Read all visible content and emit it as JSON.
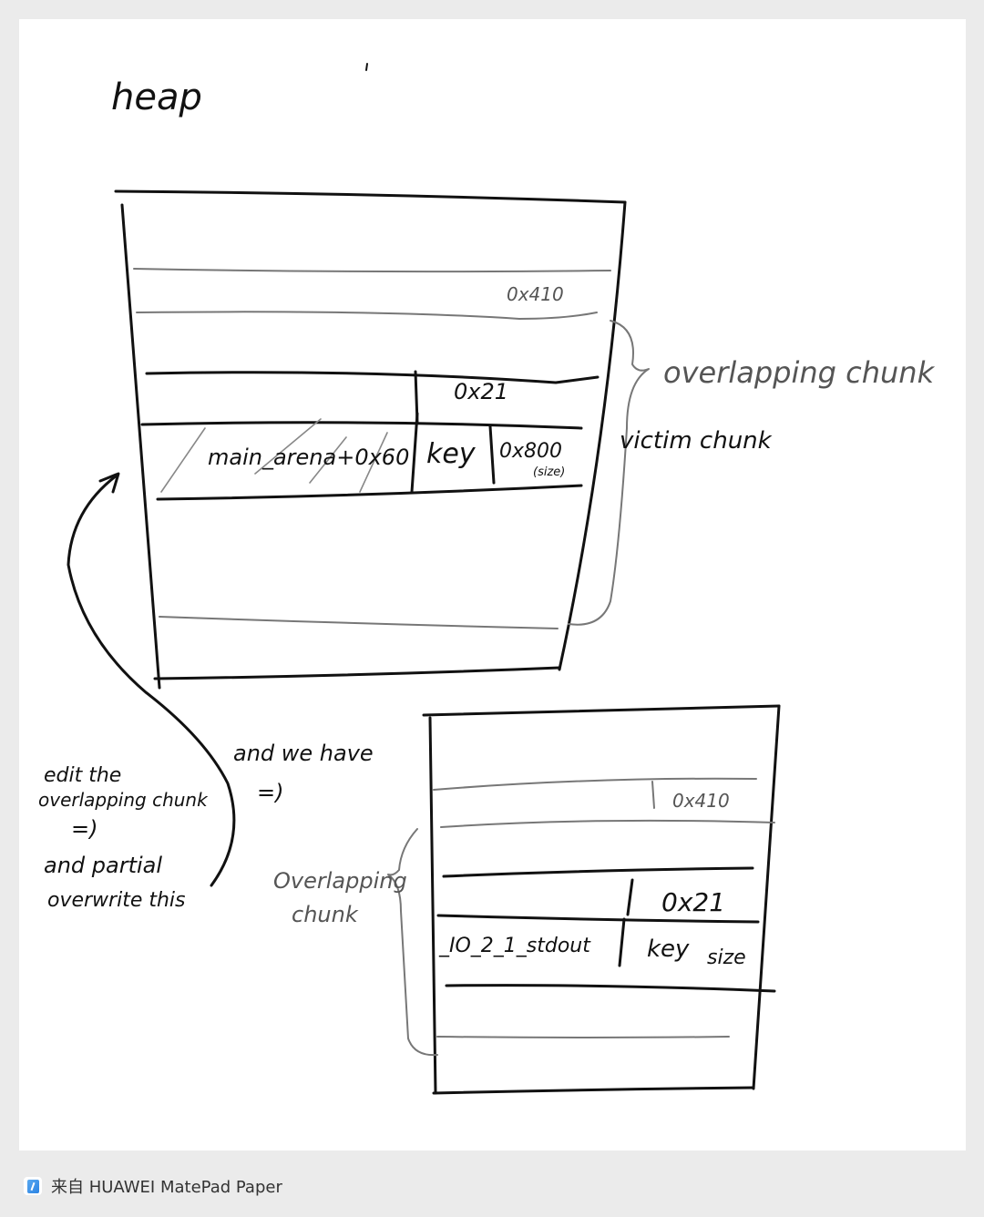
{
  "canvas": {
    "background": "#ebebeb",
    "paper_color": "#ffffff",
    "ink_color": "#111111",
    "pencil_color": "#777777"
  },
  "diagram": {
    "title": "heap",
    "top_heap": {
      "rows": [
        {
          "label": "0x410",
          "style": "pencil"
        },
        {
          "label": "0x21",
          "style": "ink"
        },
        {
          "cells": [
            "main_arena+0x60",
            "key",
            "0x800"
          ],
          "sub_label": "(size)",
          "style": "ink",
          "hatched_cell": 0
        }
      ],
      "brace_labels": {
        "overlapping": "overlapping chunk",
        "victim": "victim chunk"
      }
    },
    "annotations": {
      "step_1": [
        "edit the",
        "overlapping chunk"
      ],
      "arrow_1": "=)",
      "step_2": [
        "and partial",
        "overwrite this"
      ],
      "step_3": "and we have",
      "arrow_2": "=)"
    },
    "bottom_heap": {
      "rows": [
        {
          "label": "0x410",
          "style": "pencil"
        },
        {
          "label": "0x21",
          "style": "ink"
        },
        {
          "cells": [
            "_IO_2_1_stdout",
            "key",
            "size"
          ],
          "style": "ink"
        }
      ],
      "brace_label": [
        "Overlapping",
        "chunk"
      ]
    }
  },
  "footer": {
    "icon": "matepad-notes-icon",
    "text": "来自 HUAWEI MatePad Paper"
  }
}
